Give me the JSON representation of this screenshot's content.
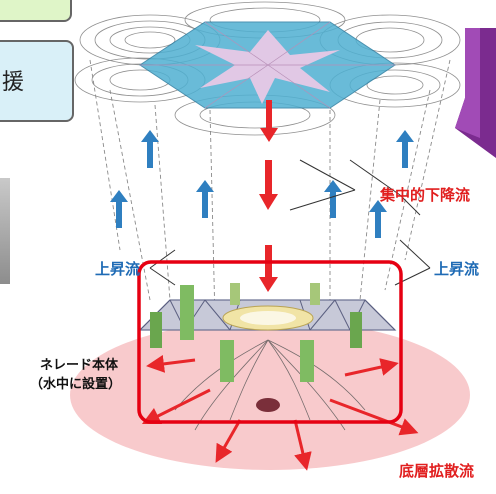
{
  "left_panel": {
    "support_fragment": "援"
  },
  "labels": {
    "concentrated_downflow": "集中的下降流",
    "upflow_left": "上昇流",
    "upflow_right": "上昇流",
    "body_line1": "ネレード本体",
    "body_line2": "（水中に設置）",
    "bottom_diffusion": "底層拡散流"
  },
  "colors": {
    "downflow_arrow": "#e8262a",
    "upflow_arrow": "#2f7fc0",
    "highlight_box": "#e60012",
    "bottom_ellipse": "#f6b8bb",
    "surface_hexagon": "#4fb0d2",
    "inner_star": "#e8c8e6",
    "side_panel": "#d9f0f8",
    "top_panel": "#dff5c8"
  },
  "icons": {
    "top_right_shape": "purple-arrow-icon"
  }
}
